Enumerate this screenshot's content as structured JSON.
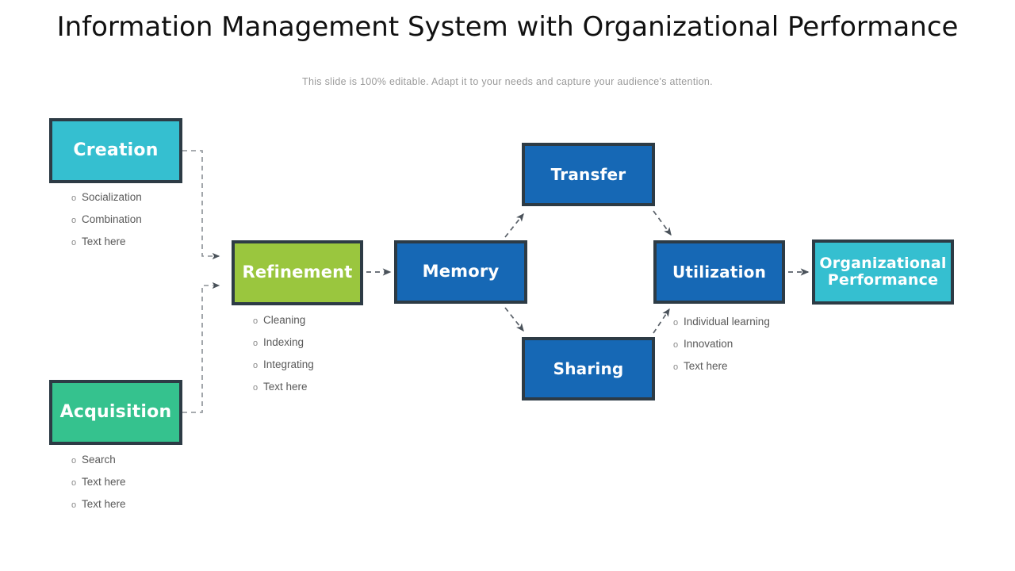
{
  "header": {
    "title_line1": "Information Management System with",
    "title_line2": "Organizational Performance",
    "subtitle": "This slide is 100% editable. Adapt it to your needs and capture your audience's attention."
  },
  "colors": {
    "cyan": "#35bfd0",
    "green": "#35c28e",
    "lime": "#9ac63e",
    "blue": "#1668b5",
    "border": "#2d3b45",
    "bullet_text": "#595959",
    "connector": "#5a6169",
    "subtitle": "#9a9a9a"
  },
  "nodes": {
    "creation": {
      "label": "Creation",
      "color": "#35bfd0"
    },
    "acquisition": {
      "label": "Acquisition",
      "color": "#35c28e"
    },
    "refinement": {
      "label": "Refinement",
      "color": "#9ac63e"
    },
    "memory": {
      "label": "Memory",
      "color": "#1668b5"
    },
    "transfer": {
      "label": "Transfer",
      "color": "#1668b5"
    },
    "sharing": {
      "label": "Sharing",
      "color": "#1668b5"
    },
    "utilization": {
      "label": "Utilization",
      "color": "#1668b5"
    },
    "organizational_performance": {
      "label_line1": "Organizational",
      "label_line2": "Performance",
      "color": "#35bfd0"
    }
  },
  "bullets": {
    "creation": [
      "Socialization",
      "Combination",
      "Text here"
    ],
    "acquisition": [
      "Search",
      "Text here",
      "Text here"
    ],
    "refinement": [
      "Cleaning",
      "Indexing",
      "Integrating",
      "Text here"
    ],
    "utilization": [
      "Individual learning",
      "Innovation",
      "Text here"
    ]
  },
  "bullet_marker": "o",
  "connections": [
    {
      "from": "creation",
      "to": "refinement",
      "style": "dashed-elbow"
    },
    {
      "from": "acquisition",
      "to": "refinement",
      "style": "dashed-elbow"
    },
    {
      "from": "refinement",
      "to": "memory",
      "style": "dashed-straight"
    },
    {
      "from": "memory",
      "to": "transfer",
      "style": "dashed-diagonal"
    },
    {
      "from": "memory",
      "to": "sharing",
      "style": "dashed-diagonal"
    },
    {
      "from": "transfer",
      "to": "utilization",
      "style": "dashed-diagonal"
    },
    {
      "from": "sharing",
      "to": "utilization",
      "style": "dashed-diagonal"
    },
    {
      "from": "utilization",
      "to": "organizational_performance",
      "style": "dashed-straight"
    }
  ]
}
